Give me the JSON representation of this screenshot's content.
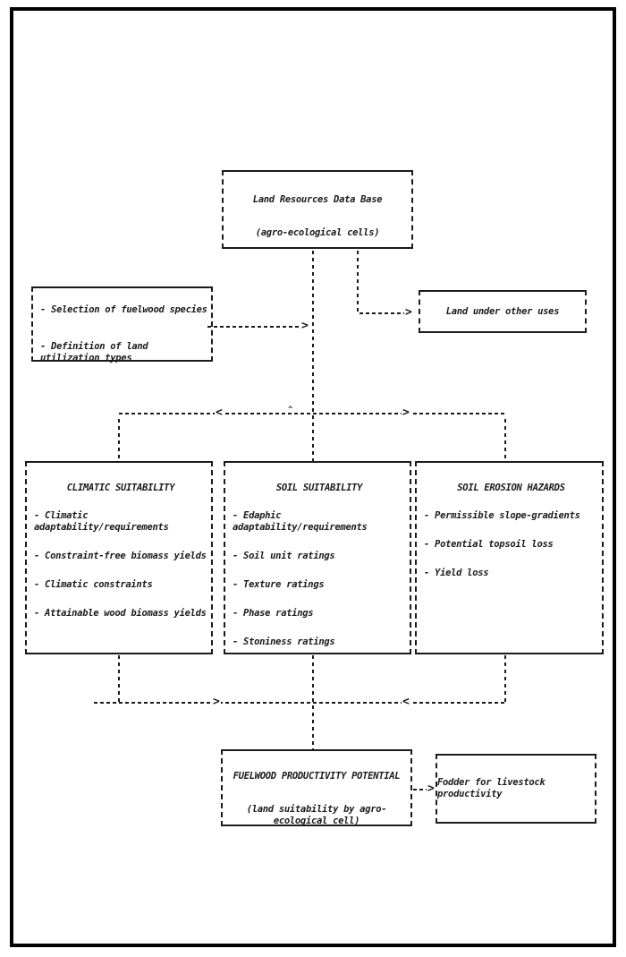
{
  "boxes": {
    "database": {
      "line1": "Land Resources Data Base",
      "line2": "(agro-ecological cells)"
    },
    "land_utilization": {
      "items": [
        "- Selection of fuelwood species",
        "- Definition of land utilization types"
      ]
    },
    "other_uses": {
      "label": "Land under other uses"
    },
    "climatic": {
      "title": "CLIMATIC SUITABILITY",
      "items": [
        "- Climatic adaptability/requirements",
        "- Constraint-free biomass yields",
        "- Climatic constraints",
        "- Attainable wood biomass yields"
      ]
    },
    "soil": {
      "title": "SOIL SUITABILITY",
      "items": [
        "- Edaphic adaptability/requirements",
        "- Soil unit ratings",
        "- Texture ratings",
        "- Phase ratings",
        "- Stoniness ratings"
      ]
    },
    "erosion": {
      "title": "SOIL EROSION HAZARDS",
      "items": [
        "- Permissible slope-gradients",
        "- Potential topsoil loss",
        "- Yield loss"
      ]
    },
    "fuelwood": {
      "line1": "FUELWOOD PRODUCTIVITY POTENTIAL",
      "line2": "(land suitability by agro-ecological cell)"
    },
    "fodder": {
      "label": "Fodder for livestock productivity"
    }
  },
  "glyphs": {
    "right_arrow": ">",
    "left_arrow": "<",
    "up_caret": "^"
  },
  "colors": {
    "ink": "#1b1b1b",
    "paper": "#ffffff"
  }
}
